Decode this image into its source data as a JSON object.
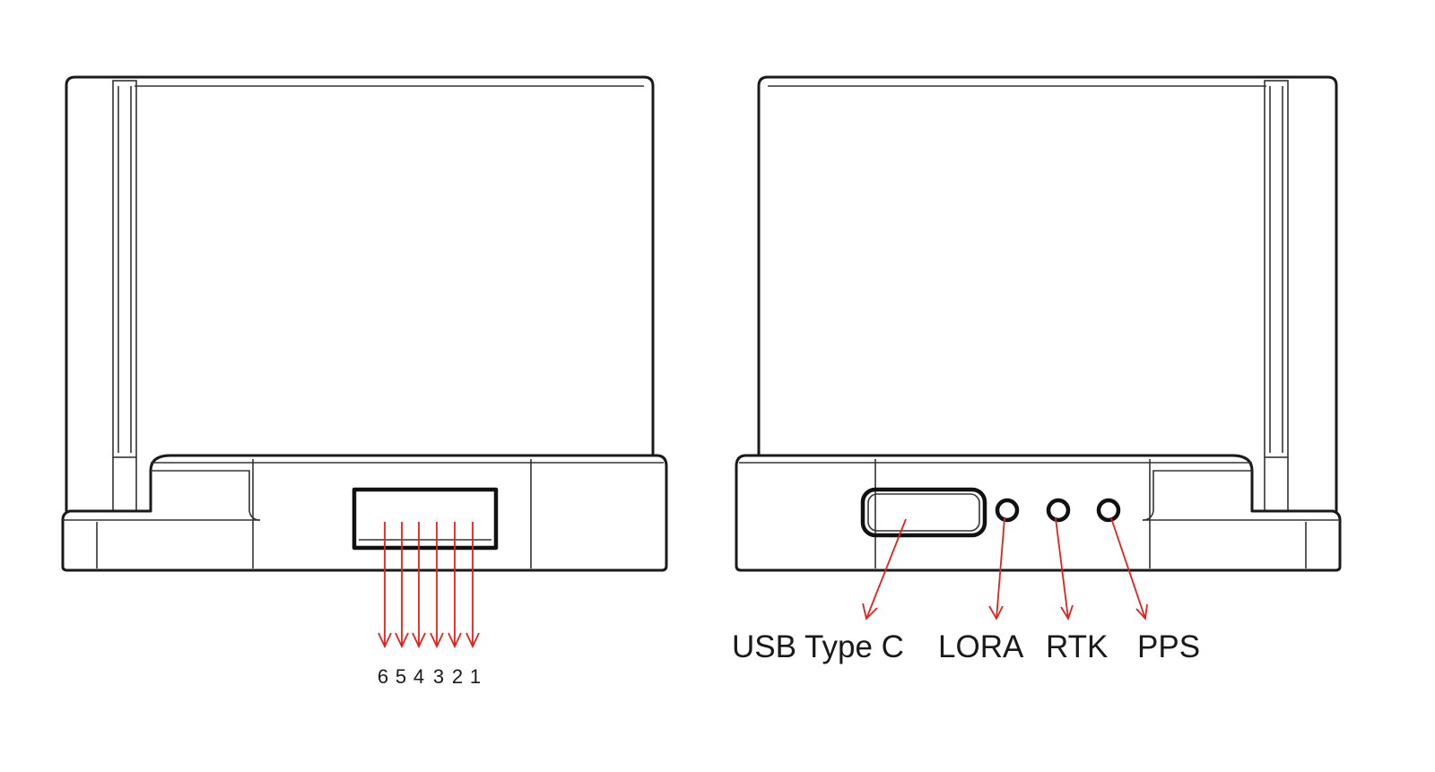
{
  "left_view": {
    "pin_numbers": [
      "6",
      "5",
      "4",
      "3",
      "2",
      "1"
    ]
  },
  "right_view": {
    "ports": [
      {
        "label": "USB Type C"
      },
      {
        "label": "LORA"
      },
      {
        "label": "RTK"
      },
      {
        "label": "PPS"
      }
    ]
  },
  "colors": {
    "line": "#1a1a1a",
    "arrow": "#e8201a",
    "background": "#ffffff"
  }
}
